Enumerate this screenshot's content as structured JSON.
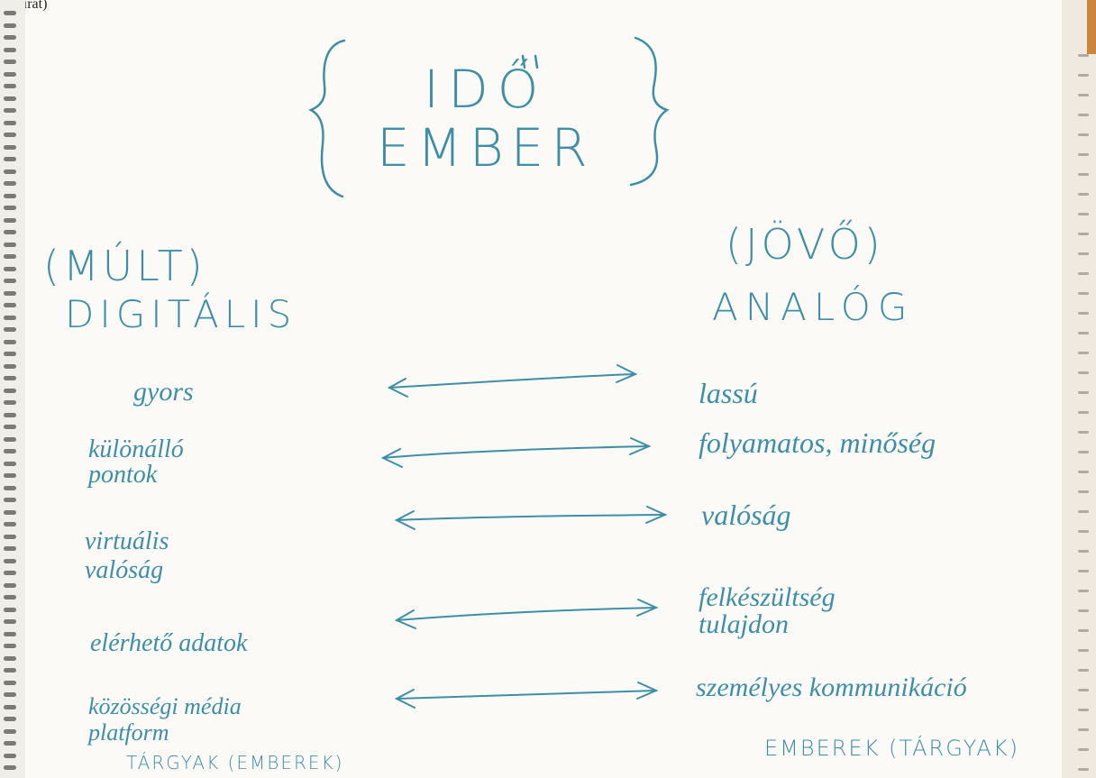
{
  "header_fragment": "Kézirat)",
  "title": {
    "line1": "IDŐ",
    "line2": "EMBER"
  },
  "left_column": {
    "paren": "(MÚLT)",
    "heading": "DIGITÁLIS",
    "items": [
      "gyors",
      "különálló\npontok",
      "virtuális\nvalóság",
      "elérhető adatok",
      "közösségi média\nplatform"
    ],
    "footer": "TÁRGYAK (EMBEREK)"
  },
  "right_column": {
    "paren": "(JÖVŐ)",
    "heading": "ANALÓG",
    "items": [
      "lassú",
      "folyamatos, minőség",
      "valóság",
      "felkészültség\ntulajdon",
      "személyes kommunikáció"
    ],
    "footer": "EMBEREK (TÁRGYAK)"
  },
  "colors": {
    "ink": "#3d8fa8",
    "paper": "#fbfaf7"
  }
}
